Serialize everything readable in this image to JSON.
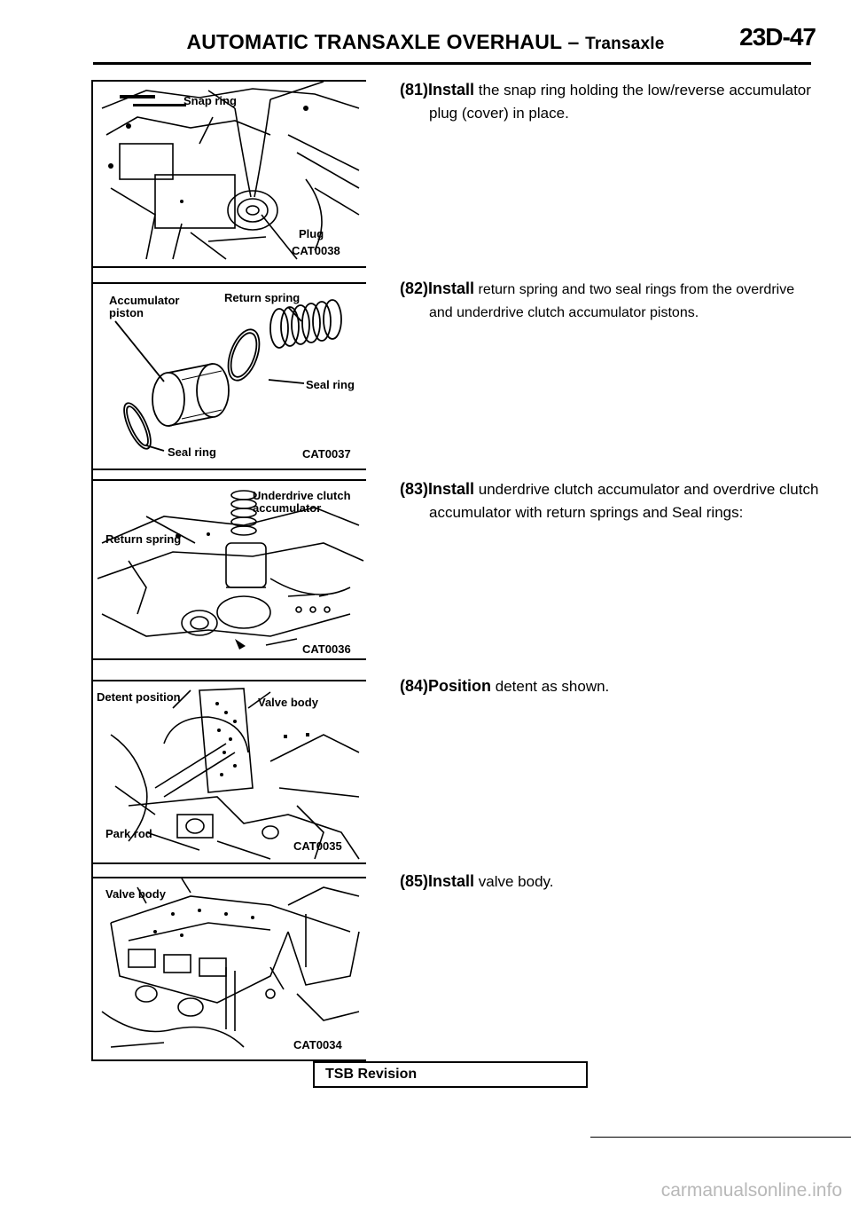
{
  "header": {
    "title": "AUTOMATIC TRANSAXLE OVERHAUL –",
    "subtitle": "Transaxle",
    "page_number": "23D-47"
  },
  "figures": [
    {
      "labels": [
        "Snap ring",
        "Plug"
      ],
      "code": "CAT0038"
    },
    {
      "labels": [
        "Accumulator piston",
        "Return spring",
        "Seal ring",
        "Seal ring"
      ],
      "code": "CAT0037"
    },
    {
      "labels": [
        "Underdrive clutch accumulator",
        "Return spring"
      ],
      "code": "CAT0036"
    },
    {
      "labels": [
        "Detent position",
        "Valve body",
        "Park rod"
      ],
      "code": "CAT0035"
    },
    {
      "labels": [
        "Valve body"
      ],
      "code": "CAT0034"
    }
  ],
  "steps": [
    {
      "number": "(81)",
      "verb": "Install",
      "line1": "the snap ring holding the low/reverse accumulator",
      "line2": "plug (cover) in place."
    },
    {
      "number": "(82)",
      "verb": "Install",
      "line1": "return spring and two seal rings from the overdrive",
      "line2": "and underdrive clutch accumulator pistons."
    },
    {
      "number": "(83)",
      "verb": "Install",
      "line1": "underdrive clutch accumulator and overdrive clutch",
      "line2": "accumulator with return springs and Seal rings:"
    },
    {
      "number": "(84)",
      "verb": "Position",
      "line1": "detent as shown.",
      "line2": ""
    },
    {
      "number": "(85)",
      "verb": "Install",
      "line1": "valve body.",
      "line2": ""
    }
  ],
  "footer": {
    "tsb_label": "TSB Revision",
    "watermark": "carmanualsonline.info"
  }
}
